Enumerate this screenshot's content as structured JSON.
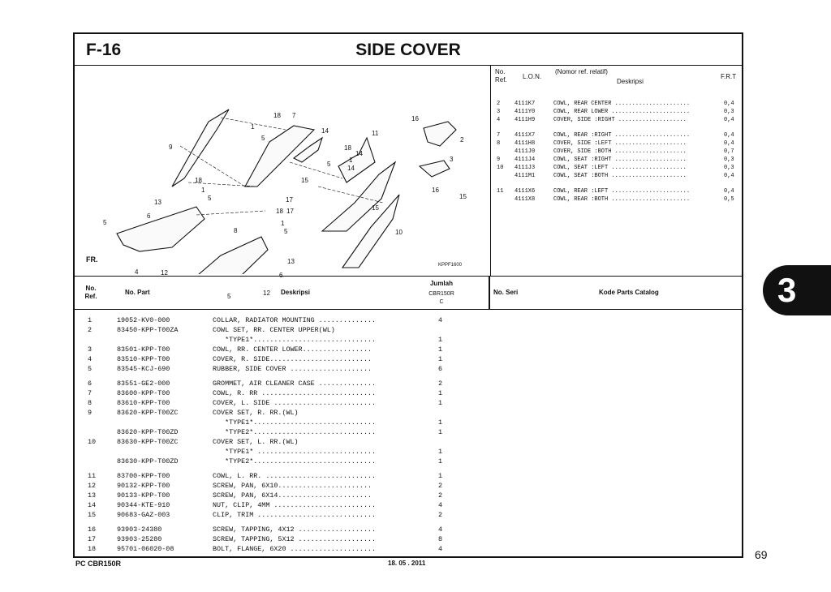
{
  "figure": {
    "number": "F-16",
    "title": "SIDE COVER",
    "code": "KPPF1600"
  },
  "callouts": [
    "1",
    "5",
    "18",
    "7",
    "14",
    "16",
    "11",
    "2",
    "9",
    "18",
    "14",
    "1",
    "5",
    "14",
    "3",
    "18",
    "1",
    "5",
    "15",
    "17",
    "16",
    "15",
    "13",
    "6",
    "17",
    "18",
    "1",
    "5",
    "15",
    "10",
    "5",
    "8",
    "4",
    "12",
    "13",
    "6",
    "5",
    "12"
  ],
  "lon_table": {
    "headers": {
      "no_ref": "No.\nRef.",
      "lon": "L.O.N.",
      "desc_top": "(Nomor ref. relatif)",
      "desc": "Deskripsi",
      "frt": "F.R.T"
    },
    "rows": [
      {
        "ref": "2",
        "lon": "4111K7",
        "desc": "COWL, REAR CENTER ......................",
        "frt": "0,4"
      },
      {
        "ref": "3",
        "lon": "4111Y0",
        "desc": "COWL, REAR LOWER .......................",
        "frt": "0,3"
      },
      {
        "ref": "4",
        "lon": "4111H9",
        "desc": "COVER, SIDE :RIGHT ....................",
        "frt": "0,4"
      },
      {
        "ref": "7",
        "lon": "4111X7",
        "desc": "COWL, REAR :RIGHT ......................",
        "frt": "0,4"
      },
      {
        "ref": "8",
        "lon": "4111H8",
        "desc": "COVER, SIDE :LEFT .....................",
        "frt": "0,4"
      },
      {
        "ref": "",
        "lon": "4111J0",
        "desc": "COVER, SIDE :BOTH .....................",
        "frt": "0,7"
      },
      {
        "ref": "9",
        "lon": "4111J4",
        "desc": "COWL, SEAT :RIGHT .....................",
        "frt": "0,3"
      },
      {
        "ref": "10",
        "lon": "4111J3",
        "desc": "COWL, SEAT :LEFT ......................",
        "frt": "0,3"
      },
      {
        "ref": "",
        "lon": "4111M1",
        "desc": "COWL, SEAT :BOTH ......................",
        "frt": "0,4"
      },
      {
        "ref": "11",
        "lon": "4111X6",
        "desc": "COWL, REAR :LEFT .......................",
        "frt": "0,4"
      },
      {
        "ref": "",
        "lon": "4111X8",
        "desc": "COWL, REAR :BOTH .......................",
        "frt": "0,5"
      }
    ]
  },
  "parts_header": {
    "no_ref": "No.\nRef.",
    "no_part": "No. Part",
    "desc": "Deskripsi",
    "jumlah": "Jumlah",
    "model": "CBR150R",
    "type": "C",
    "no_seri": "No. Seri",
    "kode": "Kode Parts Catalog"
  },
  "parts": [
    {
      "ref": "1",
      "part": "19052-KV0-000",
      "desc": "COLLAR, RADIATOR MOUNTING ..............",
      "qty": "4"
    },
    {
      "ref": "2",
      "part": "83450-KPP-T00ZA",
      "desc": "COWL SET, RR. CENTER UPPER(WL)",
      "qty": ""
    },
    {
      "ref": "",
      "part": "",
      "desc": "   *TYPE1*..............................",
      "qty": "1"
    },
    {
      "ref": "3",
      "part": "83501-KPP-T00",
      "desc": "COWL, RR. CENTER LOWER.................",
      "qty": "1"
    },
    {
      "ref": "4",
      "part": "83510-KPP-T00",
      "desc": "COVER, R. SIDE.........................",
      "qty": "1"
    },
    {
      "ref": "5",
      "part": "83545-KCJ-690",
      "desc": "RUBBER, SIDE COVER ....................",
      "qty": "6"
    },
    {
      "ref": "6",
      "part": "83551-GE2-000",
      "desc": "GROMMET, AIR CLEANER CASE ..............",
      "qty": "2"
    },
    {
      "ref": "7",
      "part": "83600-KPP-T00",
      "desc": "COWL, R. RR ............................",
      "qty": "1"
    },
    {
      "ref": "8",
      "part": "83610-KPP-T00",
      "desc": "COVER, L. SIDE .........................",
      "qty": "1"
    },
    {
      "ref": "9",
      "part": "83620-KPP-T00ZC",
      "desc": "COVER SET, R. RR.(WL)",
      "qty": ""
    },
    {
      "ref": "",
      "part": "",
      "desc": "   *TYPE1*..............................",
      "qty": "1"
    },
    {
      "ref": "",
      "part": "83620-KPP-T00ZD",
      "desc": "   *TYPE2*..............................",
      "qty": "1"
    },
    {
      "ref": "10",
      "part": "83630-KPP-T00ZC",
      "desc": "COVER SET, L. RR.(WL)",
      "qty": ""
    },
    {
      "ref": "",
      "part": "",
      "desc": "   *TYPE1* .............................",
      "qty": "1"
    },
    {
      "ref": "",
      "part": "83630-KPP-T00ZD",
      "desc": "   *TYPE2*..............................",
      "qty": "1"
    },
    {
      "ref": "11",
      "part": "83700-KPP-T00",
      "desc": "COWL, L. RR. ...........................",
      "qty": "1"
    },
    {
      "ref": "12",
      "part": "90132-KPP-T00",
      "desc": "SCREW, PAN, 6X10.......................",
      "qty": "2"
    },
    {
      "ref": "13",
      "part": "90133-KPP-T00",
      "desc": "SCREW, PAN, 6X14.......................",
      "qty": "2"
    },
    {
      "ref": "14",
      "part": "90344-KTE-910",
      "desc": "NUT, CLIP, 4MM .........................",
      "qty": "4"
    },
    {
      "ref": "15",
      "part": "90683-GAZ-003",
      "desc": "CLIP, TRIM .............................",
      "qty": "2"
    },
    {
      "ref": "16",
      "part": "93903-24380",
      "desc": "SCREW, TAPPING, 4X12 ...................",
      "qty": "4"
    },
    {
      "ref": "17",
      "part": "93903-25280",
      "desc": "SCREW, TAPPING, 5X12 ...................",
      "qty": "8"
    },
    {
      "ref": "18",
      "part": "95701-06020-08",
      "desc": "BOLT, FLANGE, 6X20 .....................",
      "qty": "4"
    }
  ],
  "footer": {
    "model": "PC CBR150R",
    "date": "18. 05 . 2011",
    "page": "69",
    "section_tab": "3"
  },
  "arrow_label": "FR."
}
